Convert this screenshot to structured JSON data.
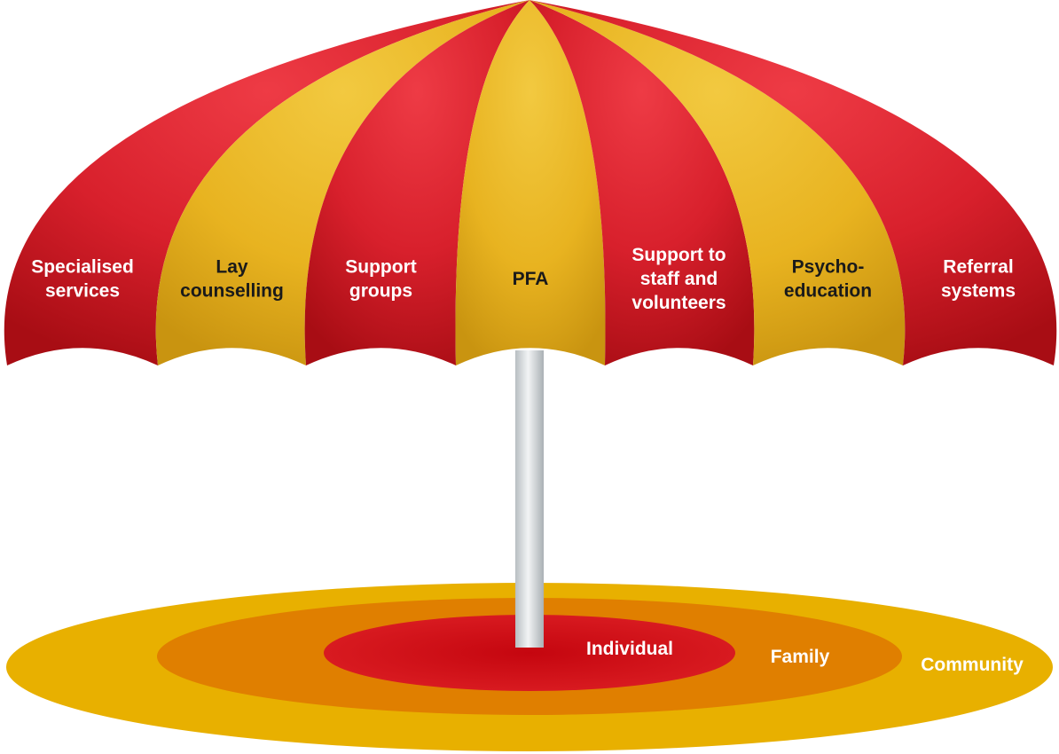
{
  "umbrella": {
    "panels": [
      {
        "lines": [
          "Specialised",
          "services"
        ],
        "color": "red"
      },
      {
        "lines": [
          "Lay",
          "counselling"
        ],
        "color": "gold"
      },
      {
        "lines": [
          "Support",
          "groups"
        ],
        "color": "red"
      },
      {
        "lines": [
          "PFA"
        ],
        "color": "gold"
      },
      {
        "lines": [
          "Support to",
          "staff and",
          "volunteers"
        ],
        "color": "red"
      },
      {
        "lines": [
          "Psycho-",
          "education"
        ],
        "color": "gold"
      },
      {
        "lines": [
          "Referral",
          "systems"
        ],
        "color": "red"
      }
    ]
  },
  "ground": {
    "rings": [
      {
        "label": "Individual",
        "color": "#d3101a"
      },
      {
        "label": "Family",
        "color": "#e07f00"
      },
      {
        "label": "Community",
        "color": "#e8b000"
      }
    ]
  },
  "colors": {
    "red": "#d01020",
    "gold": "#eab620",
    "pole": "#dfe3e6"
  }
}
